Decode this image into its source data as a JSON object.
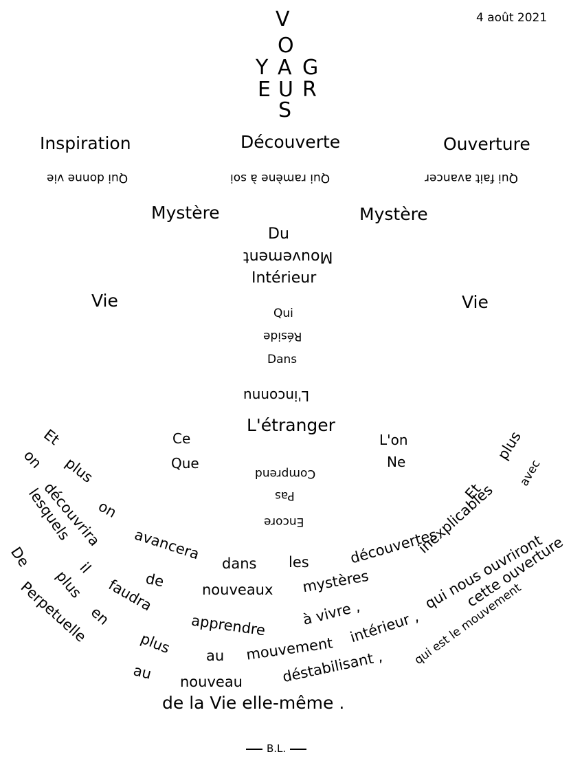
{
  "date": "4 août 2021",
  "acrostic": {
    "vertical": [
      "V",
      "O",
      "A",
      "U",
      "S"
    ],
    "left": [
      "Y",
      "E"
    ],
    "right": [
      "G",
      "R"
    ]
  },
  "row1": [
    "Inspiration",
    "Découverte",
    "Ouverture"
  ],
  "row2_inverted": [
    "Qui donne vie",
    "Qui ramène à soi",
    "Qui fait avancer"
  ],
  "mystere": [
    "Mystère",
    "Mystère"
  ],
  "center": {
    "du": "Du",
    "mouvement_inverted": "Mouvement",
    "interieur": "Intérieur",
    "qui": "Qui",
    "reside_inverted": "Réside",
    "dans": "Dans",
    "linconnu_inverted": "L'inconnu",
    "letranger": "L'étranger",
    "comprend_inverted": "Comprend",
    "pas_inverted": "Pas",
    "encore_inverted": "Encore"
  },
  "vie": [
    "Vie",
    "Vie"
  ],
  "ce_que": [
    "Ce",
    "Que"
  ],
  "lon_ne": [
    "L'on",
    "Ne"
  ],
  "arc_words": {
    "et_left": "Et",
    "plus_1": "plus",
    "on_1": "on",
    "avancera": "avancera",
    "dans": "dans",
    "les": "les",
    "decouvertes": "découvertes",
    "inexplicables": "inexplicables",
    "et_right": "Et",
    "plus_right": "plus",
    "avec": "avec",
    "on_2": "on",
    "decouvrira": "découvrira",
    "de": "de",
    "nouveaux": "nouveaux",
    "mysteres": "mystères",
    "qui_nous_ouvriront": "qui nous ouvriront",
    "lesquels": "lesquels",
    "il": "il",
    "faudra": "faudra",
    "apprendre": "apprendre",
    "a_vivre": "à vivre ,",
    "cette_ouverture": "cette ouverture",
    "de_2": "De",
    "plus_2": "plus",
    "en": "en",
    "plus_3": "plus",
    "au": "au",
    "mouvement": "mouvement",
    "interieur_comma": "intérieur ,",
    "qui_est_le_mouvement": "qui est le mouvement",
    "perpetuelle": "Perpetuelle",
    "au_2": "au",
    "nouveau": "nouveau",
    "destabilisant": "déstabilisant ,",
    "final_line": "de la  Vie  elle-même ."
  },
  "signature": "B.L."
}
